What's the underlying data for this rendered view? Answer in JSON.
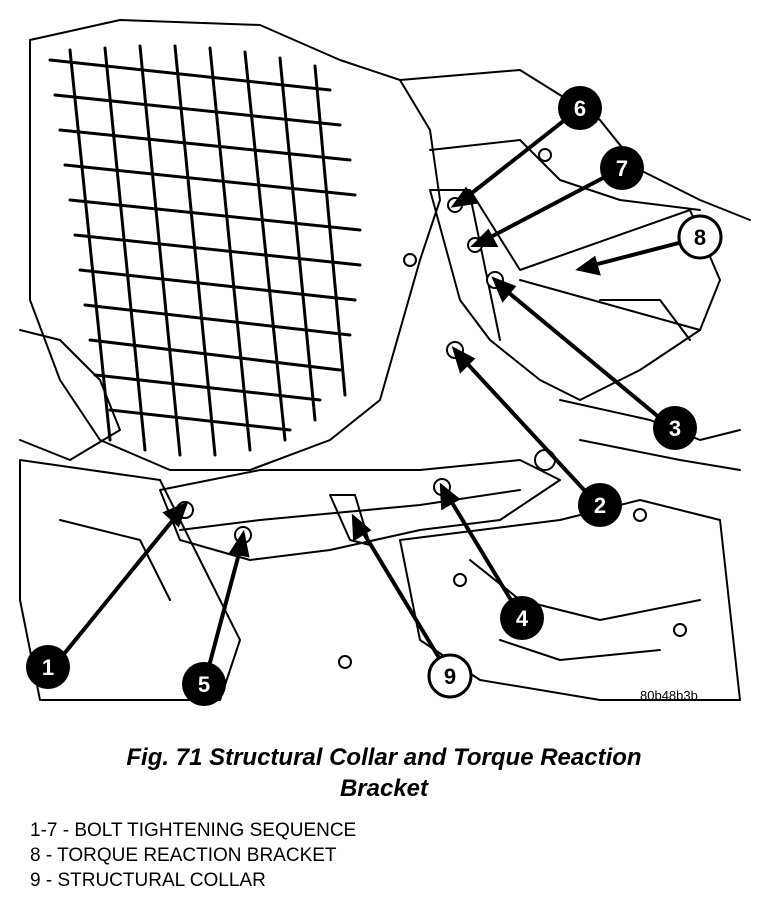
{
  "figure": {
    "image_code": "80b48b3b",
    "callouts": [
      {
        "id": "1",
        "label": "1",
        "style": "filled"
      },
      {
        "id": "2",
        "label": "2",
        "style": "filled"
      },
      {
        "id": "3",
        "label": "3",
        "style": "filled"
      },
      {
        "id": "4",
        "label": "4",
        "style": "filled"
      },
      {
        "id": "5",
        "label": "5",
        "style": "filled"
      },
      {
        "id": "6",
        "label": "6",
        "style": "filled"
      },
      {
        "id": "7",
        "label": "7",
        "style": "filled"
      },
      {
        "id": "8",
        "label": "8",
        "style": "outline"
      },
      {
        "id": "9",
        "label": "9",
        "style": "outline"
      }
    ]
  },
  "caption": {
    "line1": "Fig. 71 Structural Collar and Torque Reaction",
    "line2": "Bracket"
  },
  "legend": [
    "1-7 - BOLT TIGHTENING SEQUENCE",
    "8 - TORQUE REACTION BRACKET",
    "9 - STRUCTURAL COLLAR"
  ]
}
